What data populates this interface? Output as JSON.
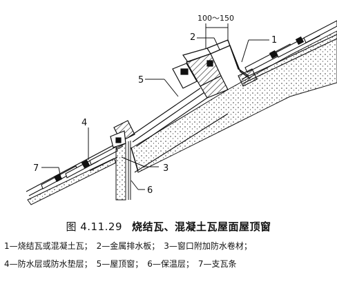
{
  "figure": {
    "dimension": "100～150",
    "callouts": [
      "1",
      "2",
      "3",
      "4",
      "5",
      "6",
      "7"
    ]
  },
  "caption": {
    "number": "图 4.11.29",
    "title": "烧结瓦、混凝土瓦屋面屋顶窗"
  },
  "legend": {
    "row1": [
      "1—烧结瓦或混凝土瓦；",
      "2—金属排水板；",
      "3—窗口附加防水卷材；"
    ],
    "row2": [
      "4—防水层或防水垫层；",
      "5—屋顶窗；",
      "6—保温层；",
      "7—支瓦条"
    ]
  }
}
